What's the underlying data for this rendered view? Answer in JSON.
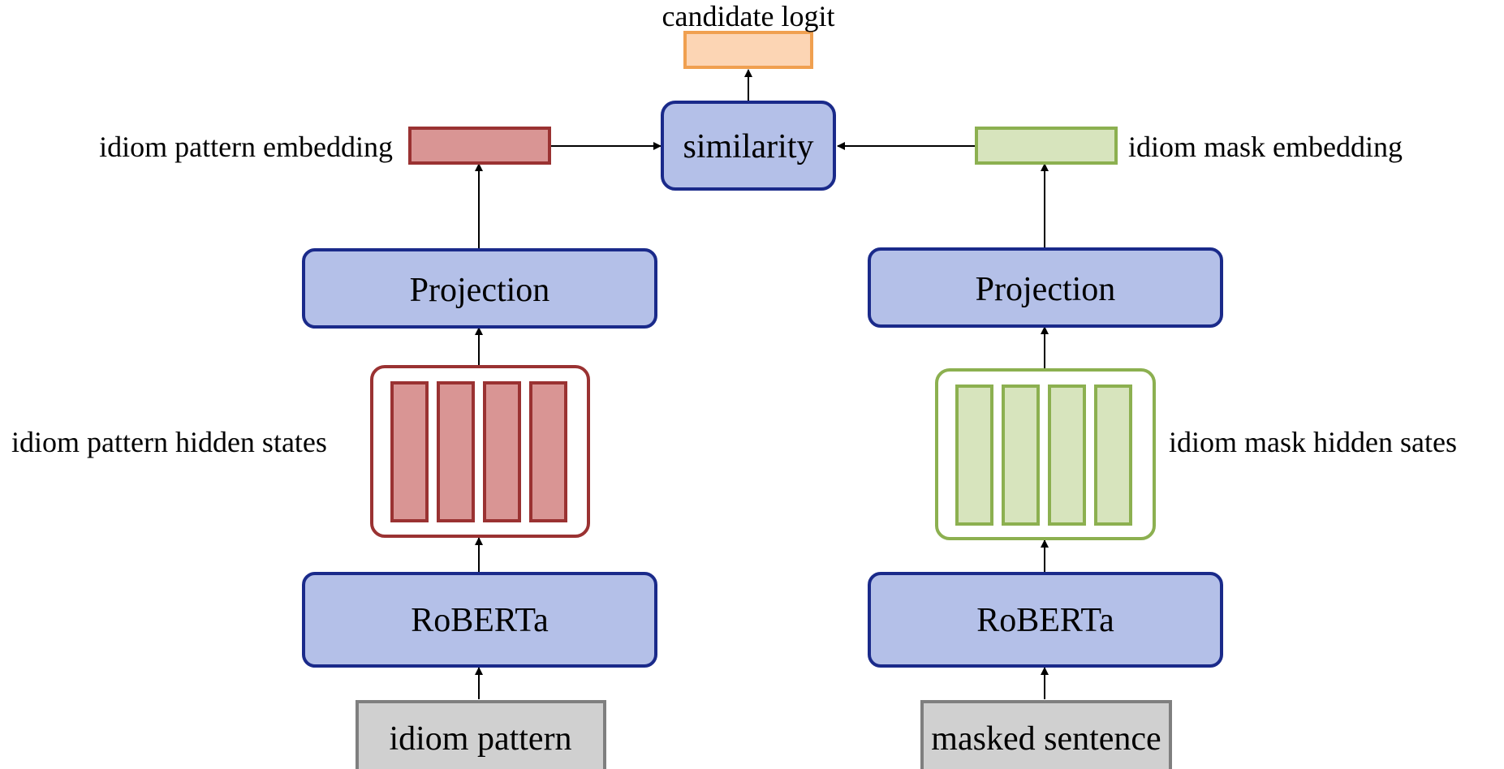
{
  "labels": {
    "output": "candidate logit",
    "left_embedding": "idiom pattern embedding",
    "right_embedding": "idiom mask embedding",
    "left_hidden": "idiom pattern hidden states",
    "right_hidden": "idiom mask hidden sates"
  },
  "blocks": {
    "similarity": "similarity",
    "left_projection": "Projection",
    "right_projection": "Projection",
    "left_encoder": "RoBERTa",
    "right_encoder": "RoBERTa",
    "left_input": "idiom pattern",
    "right_input": "masked sentence"
  },
  "colors": {
    "blue_fill": "#b4c0e8",
    "blue_stroke": "#1a2a8a",
    "red_fill": "#d99594",
    "red_stroke": "#9a3232",
    "green_fill": "#d7e4bd",
    "green_stroke": "#8cb050",
    "orange_fill": "#fcd5b4",
    "orange_stroke": "#f0a050",
    "gray_fill": "#d0d0d0",
    "gray_stroke": "#7f7f7f"
  }
}
